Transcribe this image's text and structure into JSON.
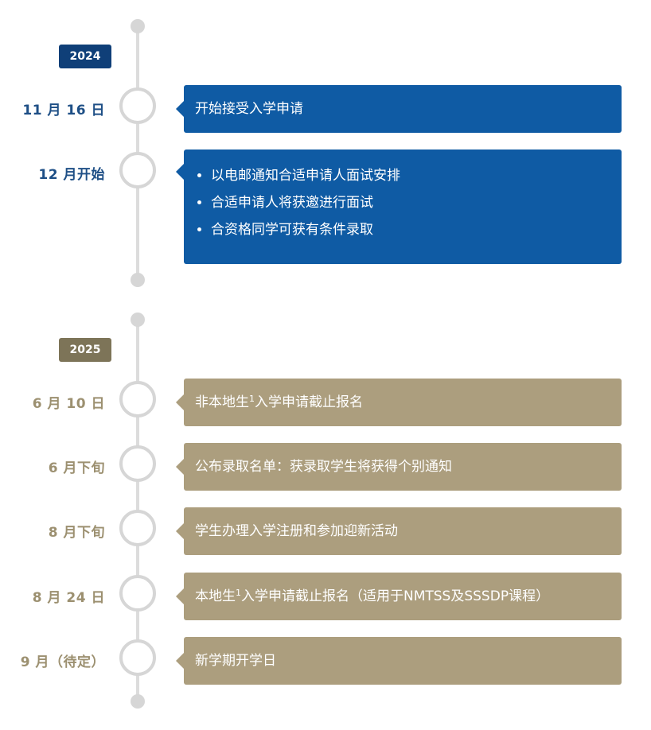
{
  "timeline_2024": {
    "year": "2024",
    "events": [
      {
        "date": "11 月 16 日",
        "text": "开始接受入学申请"
      },
      {
        "date": "12 月开始",
        "bullets": [
          "以电邮通知合适申请人面试安排",
          "合适申请人将获邀进行面试",
          "合资格同学可获有条件录取"
        ]
      }
    ]
  },
  "timeline_2025": {
    "year": "2025",
    "events": [
      {
        "date": "6 月 10 日",
        "text_before": "非本地生",
        "sup": "1",
        "text_after": "入学申请截止报名"
      },
      {
        "date": "6 月下旬",
        "text": "公布录取名单：获录取学生将获得个别通知"
      },
      {
        "date": "8 月下旬",
        "text": "学生办理入学注册和参加迎新活动"
      },
      {
        "date": "8 月 24 日",
        "text_before": "本地生",
        "sup": "1",
        "text_after": "入学申请截止报名（适用于NMTSS及SSSDP课程）"
      },
      {
        "date": "9 月（待定）",
        "text": "新学期开学日"
      }
    ]
  },
  "colors": {
    "blue_card": "#0f5ba4",
    "blue_text": "#1e4f86",
    "gold_card": "#ac9e7e",
    "gold_text": "#9c9070",
    "line": "#dcdcdc"
  }
}
